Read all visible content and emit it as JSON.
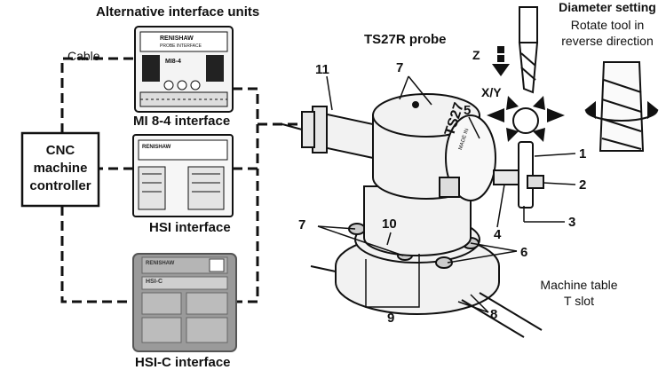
{
  "headings": {
    "alt_units": "Alternative interface units",
    "probe": "TS27R probe",
    "diameter_title": "Diameter setting",
    "diameter_line1": "Rotate tool in",
    "diameter_line2": "reverse direction"
  },
  "labels": {
    "cable": "Cable",
    "cnc_line1": "CNC",
    "cnc_line2": "machine",
    "cnc_line3": "controller",
    "mi84": "MI 8-4 interface",
    "hsi": "HSI interface",
    "hsic": "HSI-C interface",
    "machine_table_line1": "Machine table",
    "machine_table_line2": "T slot",
    "axis_z": "Z",
    "axis_xy": "X/Y",
    "probe_brand": "TS27",
    "probe_made": "MADE IN",
    "mi84_brand": "RENISHAW",
    "mi84_sub": "PROBE INTERFACE",
    "mi84_model": "MI8-4",
    "hsi_brand": "RENISHAW",
    "hsic_brand": "RENISHAW",
    "hsic_model": "HSI-C"
  },
  "callouts": [
    "1",
    "2",
    "3",
    "4",
    "5",
    "6",
    "7",
    "7",
    "8",
    "9",
    "10",
    "11"
  ],
  "colors": {
    "line": "#111111",
    "probe_body": "#f2f2f2",
    "hsic_body": "#9a9a9a",
    "interface_box": "#f4f4f4"
  }
}
